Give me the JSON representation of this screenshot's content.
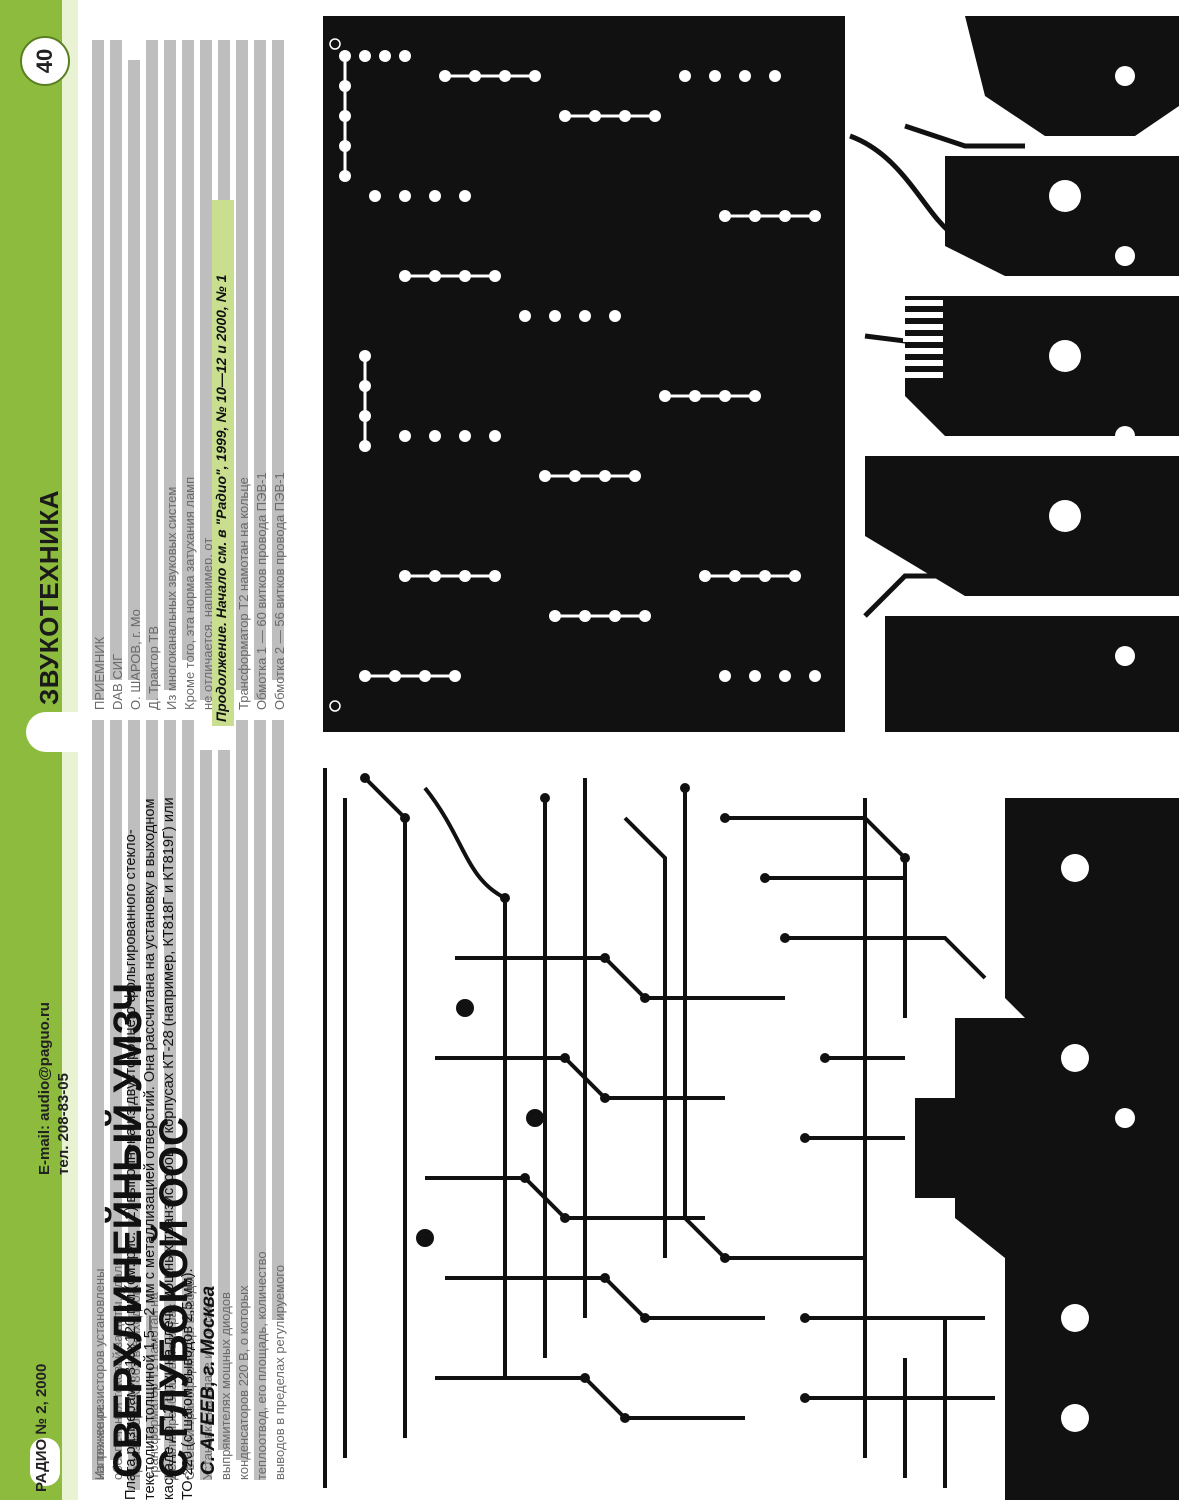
{
  "header": {
    "page_number": "40",
    "section": "ЗВУКОТЕХНИКА",
    "issue": "РАДИО № 2, 2000",
    "email": "E-mail: audio@paguo.ru",
    "phone": "тел. 208-83-05"
  },
  "article": {
    "title_line1": "СВЕРХЛИНЕЙНЫЙ УМЗЧ",
    "title_line2": "С ГЛУБОКОЙ ООС",
    "authors": "С. АГЕЕВ, г. Москва",
    "continuation": "Продолжение. Начало см. в \"Радио\", 1999, № 10—12 и 2000, № 1"
  },
  "caption": {
    "lines": [
      "Плата размерами 310×120 мм (см. рис. 12) выполнена из двустороннего фольгированного стекло-",
      "текстолита толщиной 1,5—2 мм с металлизацией отверстий. Она рассчитана на установку в выходном",
      "каскаде до 12 штук на плечо мощных транзисторов в корпусах КТ-28 (например, КТ818Г и КТ819Г) или",
      "ТО-220 (с шагом выводов 2,5 мм)."
    ]
  },
  "background_text": [
    "ПРИЕМНИК",
    "DAB СИГ",
    "О. ШАРОВ, г. Мо",
    "Д. Трактор ТВ",
    "Из многоканальных звуковых систем",
    "Кроме того, эта норма затухания ламп",
    "не отличается, например, от",
    "одноименной таблицы полностью",
    "Трансформатор Т2 намотан на кольце",
    "Обмотка 1 — 60 витков провода ПЭВ-1",
    "Обмотка 2 — 56 витков провода ПЭВ-1",
    "Из тех же резисторов установлены",
    "обеспечения токовой защиты, удаля",
    "Транзисторы КТ863 в выходном",
    "Трансформатор Т1 намотан на",
    "Детали преобразователя рас",
    "Сетевой трансформатор: выводы",
    "Установка на плате и монтаж",
    "выпрямителях мощных диодов",
    "конденсаторов 220 В, о которых",
    "теплоотвод, его площадь, количество",
    "выводов в пределах регулируемого",
    "напряжения."
  ]
}
